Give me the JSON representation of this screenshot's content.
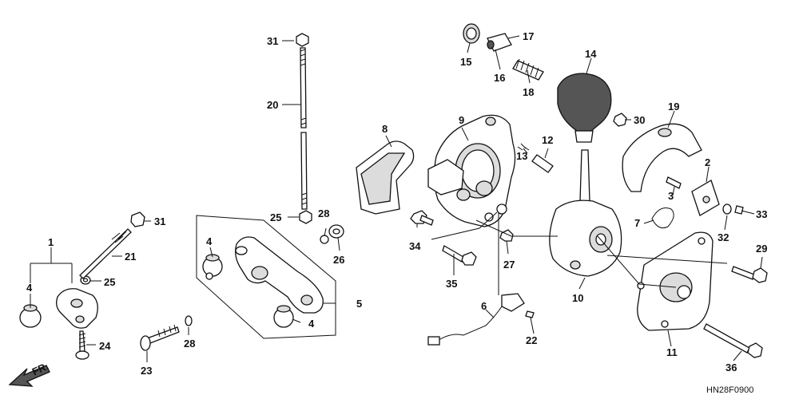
{
  "diagram": {
    "callouts": [
      "1",
      "2",
      "3",
      "4",
      "5",
      "6",
      "7",
      "8",
      "9",
      "10",
      "11",
      "12",
      "13",
      "14",
      "15",
      "16",
      "17",
      "18",
      "19",
      "20",
      "21",
      "22",
      "23",
      "24",
      "25",
      "26",
      "27",
      "28",
      "29",
      "30",
      "31",
      "32",
      "33",
      "34",
      "35",
      "36"
    ],
    "direction_marker": "FR.",
    "figure_code": "HN28F0900"
  }
}
